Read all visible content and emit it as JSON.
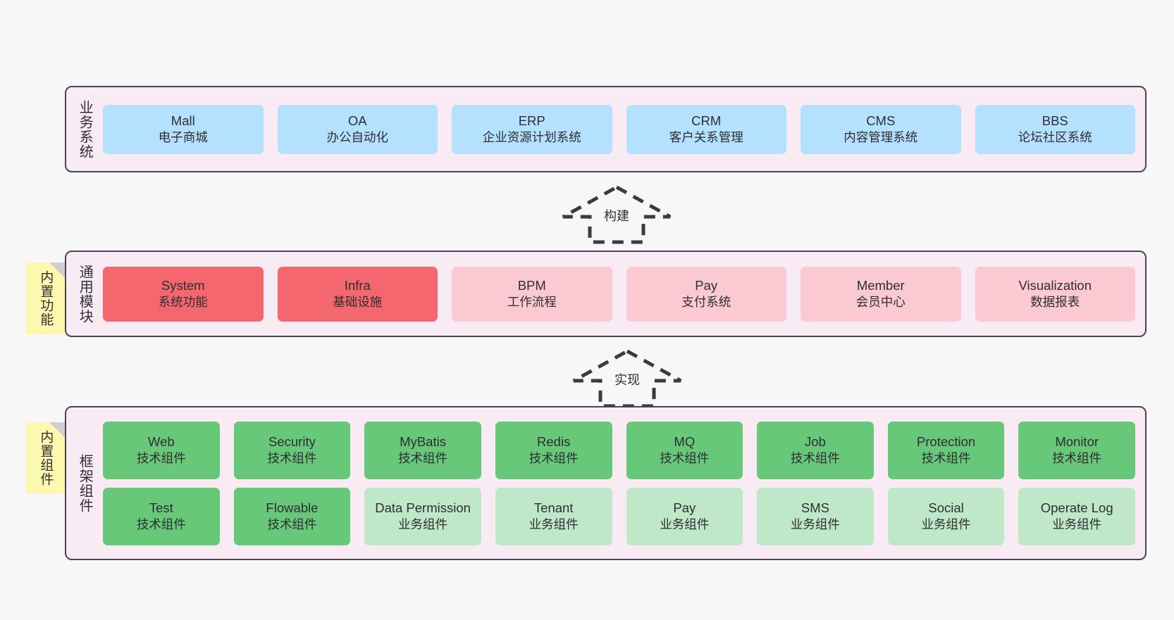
{
  "diagram": {
    "title": "ruoyi-vue-pro architecture layers",
    "background_color": "#f7f7f8",
    "panel_color": "#f9ebf4",
    "panel_border_color": "#4a4351",
    "note_color": "#fcf8ae"
  },
  "layers": [
    {
      "id": "business",
      "title": "业务系统",
      "item_color": "#b4e1fd",
      "rows": [
        {
          "items": [
            {
              "en": "Mall",
              "cn": "电子商城",
              "style": "blue"
            },
            {
              "en": "OA",
              "cn": "办公自动化",
              "style": "blue"
            },
            {
              "en": "ERP",
              "cn": "企业资源计划系统",
              "style": "blue"
            },
            {
              "en": "CRM",
              "cn": "客户关系管理",
              "style": "blue"
            },
            {
              "en": "CMS",
              "cn": "内容管理系统",
              "style": "blue"
            },
            {
              "en": "BBS",
              "cn": "论坛社区系统",
              "style": "blue"
            }
          ]
        }
      ]
    },
    {
      "id": "modules",
      "title": "通用模块",
      "item_color": "#f4676f",
      "item_color_alt": "#fbc9d1",
      "rows": [
        {
          "items": [
            {
              "en": "System",
              "cn": "系统功能",
              "style": "red"
            },
            {
              "en": "Infra",
              "cn": "基础设施",
              "style": "red"
            },
            {
              "en": "BPM",
              "cn": "工作流程",
              "style": "pink"
            },
            {
              "en": "Pay",
              "cn": "支付系统",
              "style": "pink"
            },
            {
              "en": "Member",
              "cn": "会员中心",
              "style": "pink"
            },
            {
              "en": "Visualization",
              "cn": "数据报表",
              "style": "pink"
            }
          ]
        }
      ]
    },
    {
      "id": "framework",
      "title": "框架组件",
      "item_color": "#66c878",
      "item_color_alt": "#bfe8c8",
      "rows": [
        {
          "items": [
            {
              "en": "Web",
              "cn": "技术组件",
              "style": "green"
            },
            {
              "en": "Security",
              "cn": "技术组件",
              "style": "green"
            },
            {
              "en": "MyBatis",
              "cn": "技术组件",
              "style": "green"
            },
            {
              "en": "Redis",
              "cn": "技术组件",
              "style": "green"
            },
            {
              "en": "MQ",
              "cn": "技术组件",
              "style": "green"
            },
            {
              "en": "Job",
              "cn": "技术组件",
              "style": "green"
            },
            {
              "en": "Protection",
              "cn": "技术组件",
              "style": "green"
            },
            {
              "en": "Monitor",
              "cn": "技术组件",
              "style": "green"
            }
          ]
        },
        {
          "items": [
            {
              "en": "Test",
              "cn": "技术组件",
              "style": "green"
            },
            {
              "en": "Flowable",
              "cn": "技术组件",
              "style": "green"
            },
            {
              "en": "Data Permission",
              "cn": "业务组件",
              "style": "lgreen"
            },
            {
              "en": "Tenant",
              "cn": "业务组件",
              "style": "lgreen"
            },
            {
              "en": "Pay",
              "cn": "业务组件",
              "style": "lgreen"
            },
            {
              "en": "SMS",
              "cn": "业务组件",
              "style": "lgreen"
            },
            {
              "en": "Social",
              "cn": "业务组件",
              "style": "lgreen"
            },
            {
              "en": "Operate Log",
              "cn": "业务组件",
              "style": "lgreen"
            }
          ]
        }
      ]
    }
  ],
  "notes": [
    {
      "id": "functions",
      "text": "内置功能"
    },
    {
      "id": "components",
      "text": "内置组件"
    }
  ],
  "arrows": [
    {
      "id": "build",
      "label": "构建",
      "style": "dashed-block-arrow-up"
    },
    {
      "id": "impl",
      "label": "实现",
      "style": "dashed-block-arrow-up"
    }
  ]
}
